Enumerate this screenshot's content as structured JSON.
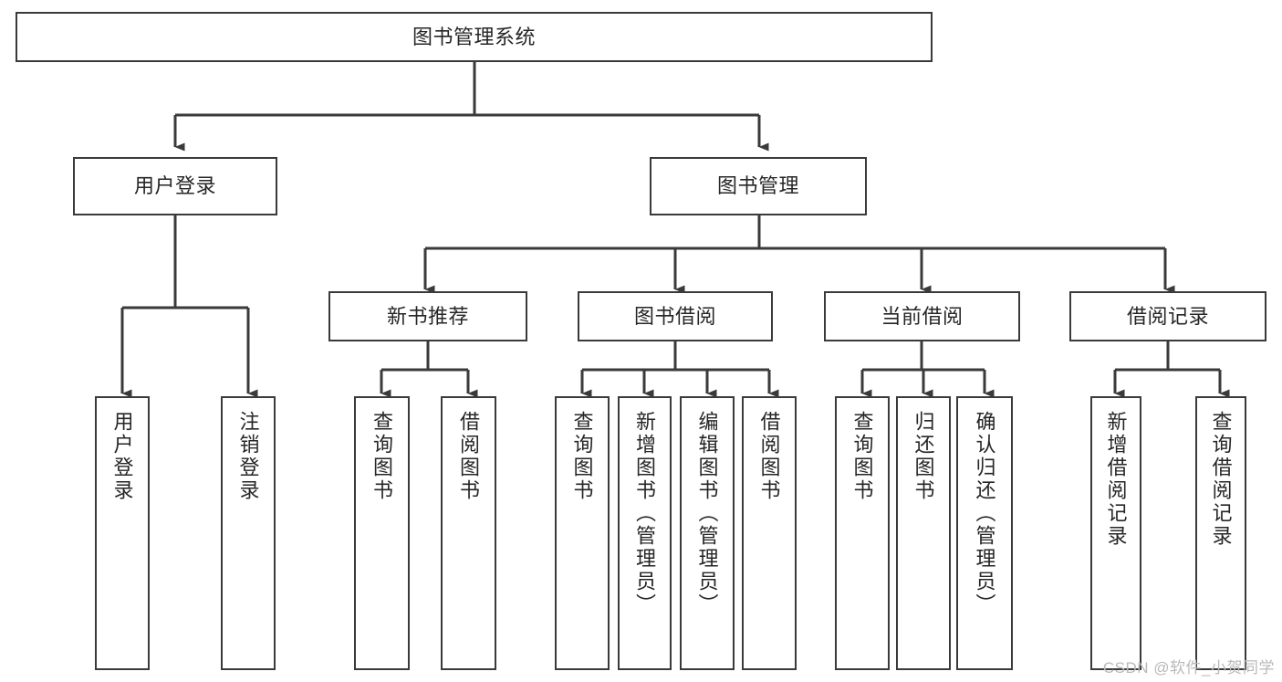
{
  "diagram": {
    "title": "图书管理系统",
    "type": "hierarchy-tree",
    "background_color": "#ffffff",
    "line_color": "#3a3a3a",
    "text_color": "#262626",
    "root": {
      "id": "root",
      "label": "图书管理系统"
    },
    "level2": [
      {
        "id": "user-login",
        "label": "用户登录"
      },
      {
        "id": "book-management",
        "label": "图书管理"
      }
    ],
    "level3": [
      {
        "id": "new-book-recommend",
        "label": "新书推荐"
      },
      {
        "id": "book-borrow",
        "label": "图书借阅"
      },
      {
        "id": "current-borrow",
        "label": "当前借阅"
      },
      {
        "id": "borrow-record",
        "label": "借阅记录"
      }
    ],
    "leaves": {
      "user_login": [
        {
          "id": "leaf-user-login",
          "label": "用户登录"
        },
        {
          "id": "leaf-logout-login",
          "label": "注销登录"
        }
      ],
      "new_book_recommend": [
        {
          "id": "leaf-query-book-1",
          "label": "查询图书"
        },
        {
          "id": "leaf-borrow-book-1",
          "label": "借阅图书"
        }
      ],
      "book_borrow": [
        {
          "id": "leaf-query-book-2",
          "label": "查询图书"
        },
        {
          "id": "leaf-add-book",
          "label": "新增图书（管理员）"
        },
        {
          "id": "leaf-edit-book",
          "label": "编辑图书（管理员）"
        },
        {
          "id": "leaf-borrow-book-2",
          "label": "借阅图书"
        }
      ],
      "current_borrow": [
        {
          "id": "leaf-query-book-3",
          "label": "查询图书"
        },
        {
          "id": "leaf-return-book",
          "label": "归还图书"
        },
        {
          "id": "leaf-confirm-return",
          "label": "确认归还（管理员）"
        }
      ],
      "borrow_record": [
        {
          "id": "leaf-add-borrow-record",
          "label": "新增借阅记录"
        },
        {
          "id": "leaf-query-borrow-record",
          "label": "查询借阅记录"
        }
      ]
    }
  },
  "watermark": {
    "text": "CSDN @软件_小贺同学"
  }
}
